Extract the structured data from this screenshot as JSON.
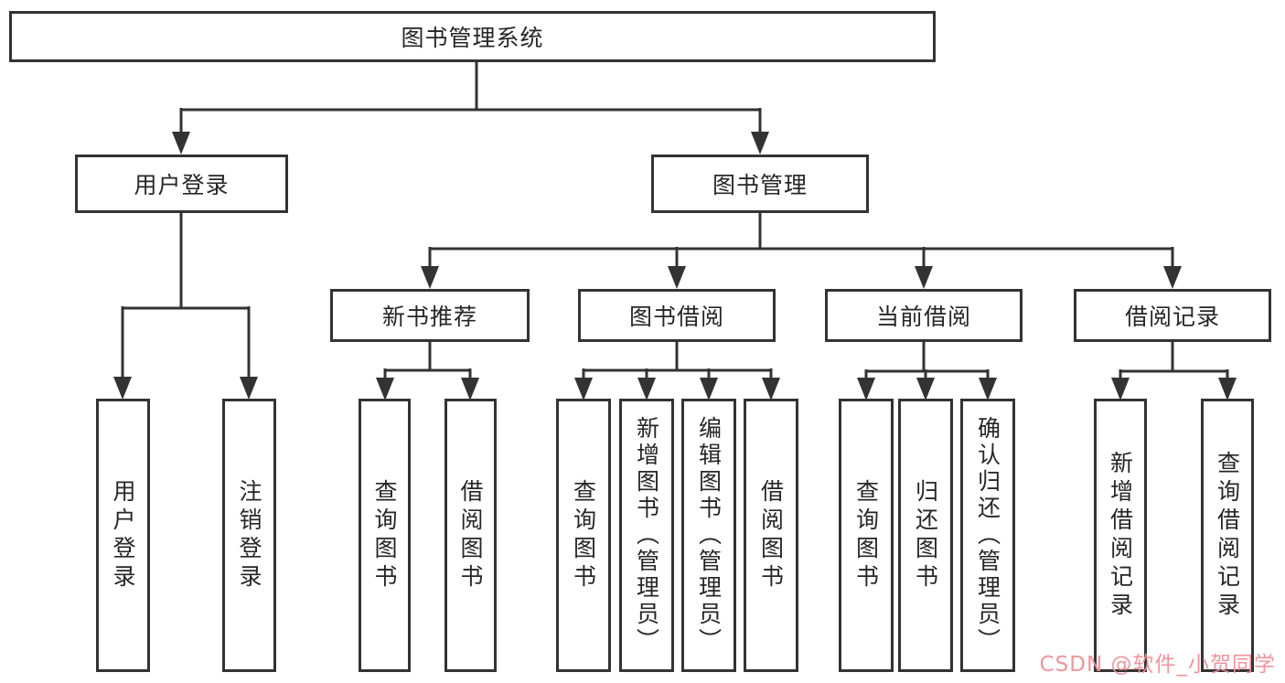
{
  "watermark": "CSDN @软件_小贺同学",
  "colors": {
    "line": "#333333",
    "box_border": "#333333",
    "text": "#262626",
    "background": "#ffffff",
    "watermark": "#ed8f98"
  },
  "diagram": {
    "root": "图书管理系统",
    "branches": [
      {
        "label": "用户登录",
        "children": [
          {
            "label": "用户登录"
          },
          {
            "label": "注销登录"
          }
        ]
      },
      {
        "label": "图书管理",
        "children": [
          {
            "label": "新书推荐",
            "children": [
              {
                "label": "查询图书"
              },
              {
                "label": "借阅图书"
              }
            ]
          },
          {
            "label": "图书借阅",
            "children": [
              {
                "label": "查询图书"
              },
              {
                "label": "新增图书（管理员）"
              },
              {
                "label": "编辑图书（管理员）"
              },
              {
                "label": "借阅图书"
              }
            ]
          },
          {
            "label": "当前借阅",
            "children": [
              {
                "label": "查询图书"
              },
              {
                "label": "归还图书"
              },
              {
                "label": "确认归还（管理员）"
              }
            ]
          },
          {
            "label": "借阅记录",
            "children": [
              {
                "label": "新增借阅记录"
              },
              {
                "label": "查询借阅记录"
              }
            ]
          }
        ]
      }
    ]
  }
}
